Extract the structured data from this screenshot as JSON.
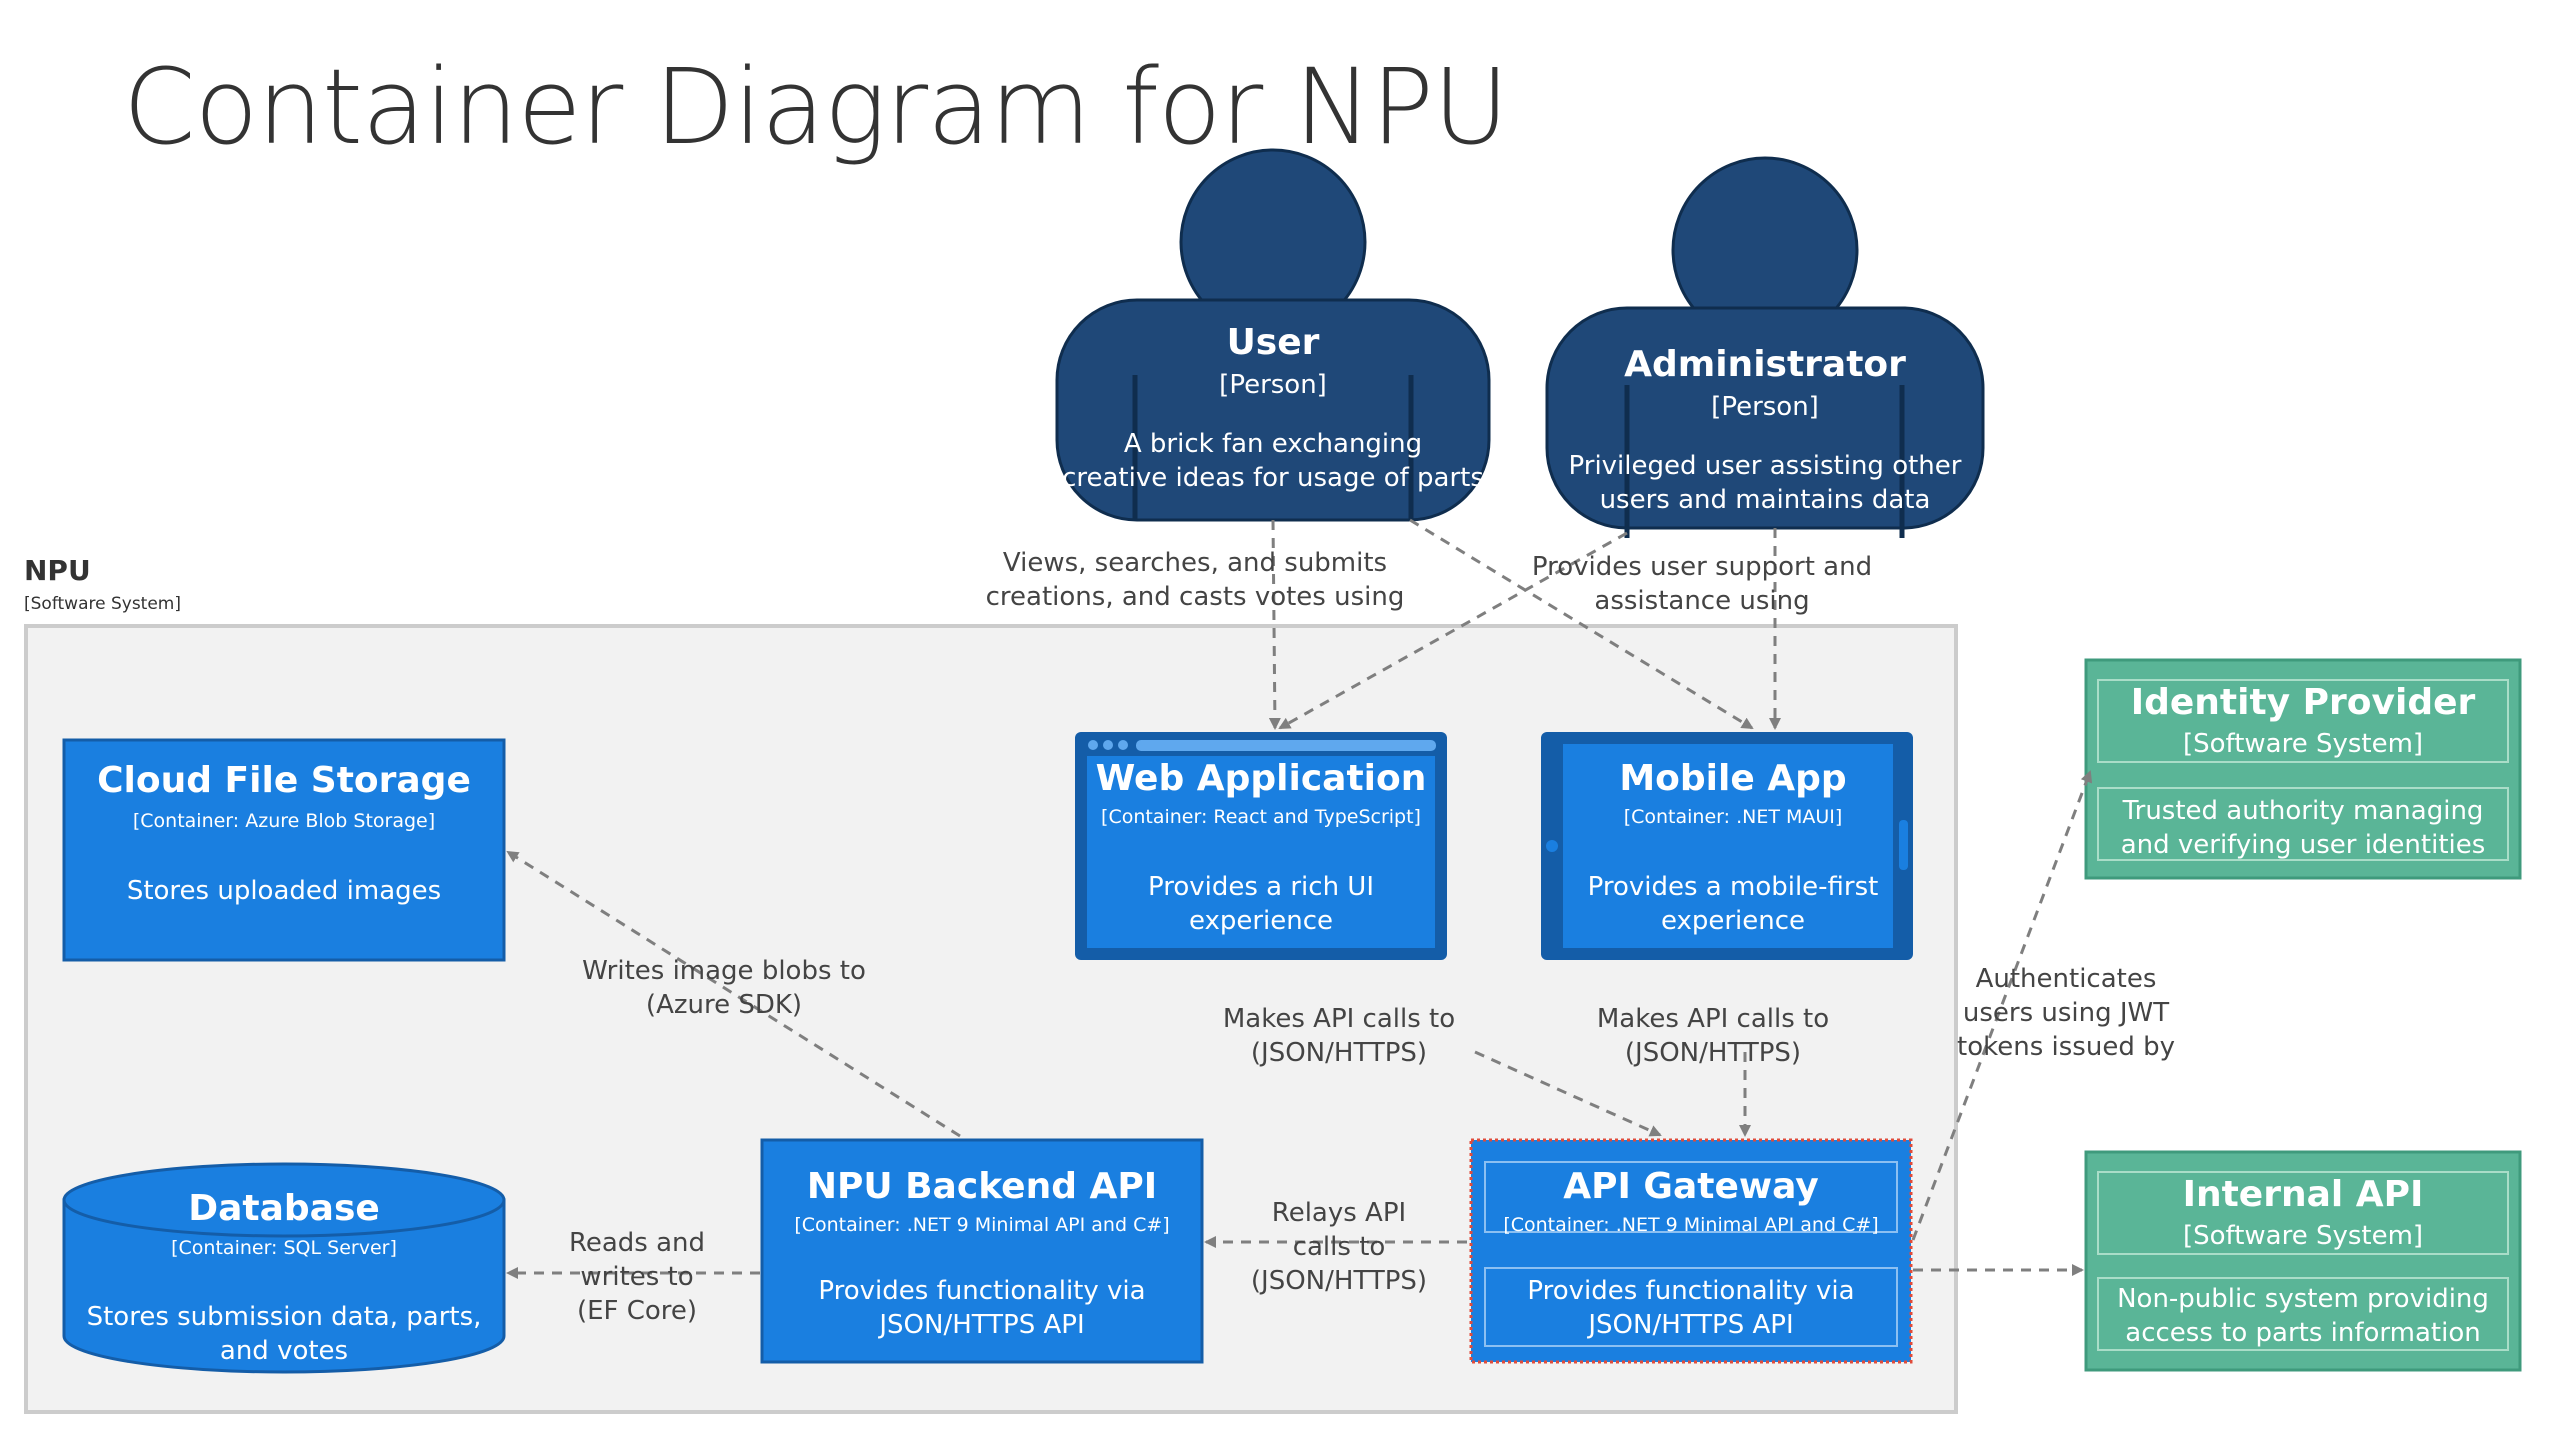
{
  "title": "Container Diagram for NPU",
  "system_boundary": {
    "name": "NPU",
    "type": "[Software System]"
  },
  "persons": {
    "user": {
      "name": "User",
      "type": "[Person]",
      "description": [
        "A brick fan exchanging",
        "creative ideas for usage of parts"
      ]
    },
    "admin": {
      "name": "Administrator",
      "type": "[Person]",
      "description": [
        "Privileged user assisting other",
        "users and maintains data"
      ]
    }
  },
  "containers": {
    "cloud_storage": {
      "name": "Cloud File Storage",
      "type": "[Container: Azure Blob Storage]",
      "description": [
        "Stores uploaded images"
      ]
    },
    "web_app": {
      "name": "Web Application",
      "type": "[Container: React and TypeScript]",
      "description": [
        "Provides a rich UI",
        "experience"
      ]
    },
    "mobile_app": {
      "name": "Mobile App",
      "type": "[Container: .NET MAUI]",
      "description": [
        "Provides a mobile-first",
        "experience"
      ]
    },
    "database": {
      "name": "Database",
      "type": "[Container: SQL Server]",
      "description": [
        "Stores submission data, parts,",
        "and votes"
      ]
    },
    "backend_api": {
      "name": "NPU Backend API",
      "type": "[Container: .NET 9 Minimal API and C#]",
      "description": [
        "Provides functionality via",
        "JSON/HTTPS API"
      ]
    },
    "api_gateway": {
      "name": "API Gateway",
      "type": "[Container: .NET 9 Minimal API and C#]",
      "description": [
        "Provides functionality via",
        "JSON/HTTPS API"
      ]
    }
  },
  "external_systems": {
    "identity_provider": {
      "name": "Identity Provider",
      "type": "[Software System]",
      "description": [
        "Trusted authority managing",
        "and verifying user identities"
      ]
    },
    "internal_api": {
      "name": "Internal API",
      "type": "[Software System]",
      "description": [
        "Non-public system providing",
        "access to parts information"
      ]
    }
  },
  "relationships": {
    "user_to_web": [
      "Views, searches, and submits",
      "creations, and casts votes using"
    ],
    "admin_to_apps": [
      "Provides user support and",
      "assistance using"
    ],
    "backend_to_storage": [
      "Writes image blobs to",
      "(Azure SDK)"
    ],
    "web_to_gateway": [
      "Makes API calls to",
      "(JSON/HTTPS)"
    ],
    "mobile_to_gateway": [
      "Makes API calls to",
      "(JSON/HTTPS)"
    ],
    "gateway_to_identity": [
      "Authenticates",
      "users using JWT",
      "tokens issued by"
    ],
    "gateway_to_backend": [
      "Relays API",
      "calls to",
      "(JSON/HTTPS)"
    ],
    "backend_to_database": [
      "Reads and",
      "writes to",
      "(EF Core)"
    ]
  },
  "colors": {
    "person": "#1f4878",
    "container": "#1a7fe0",
    "container_dark": "#145da8",
    "external": "#5ab597",
    "boundary_fill": "#f2f2f2",
    "arrow": "#7f7f7f",
    "text": "#333333"
  }
}
